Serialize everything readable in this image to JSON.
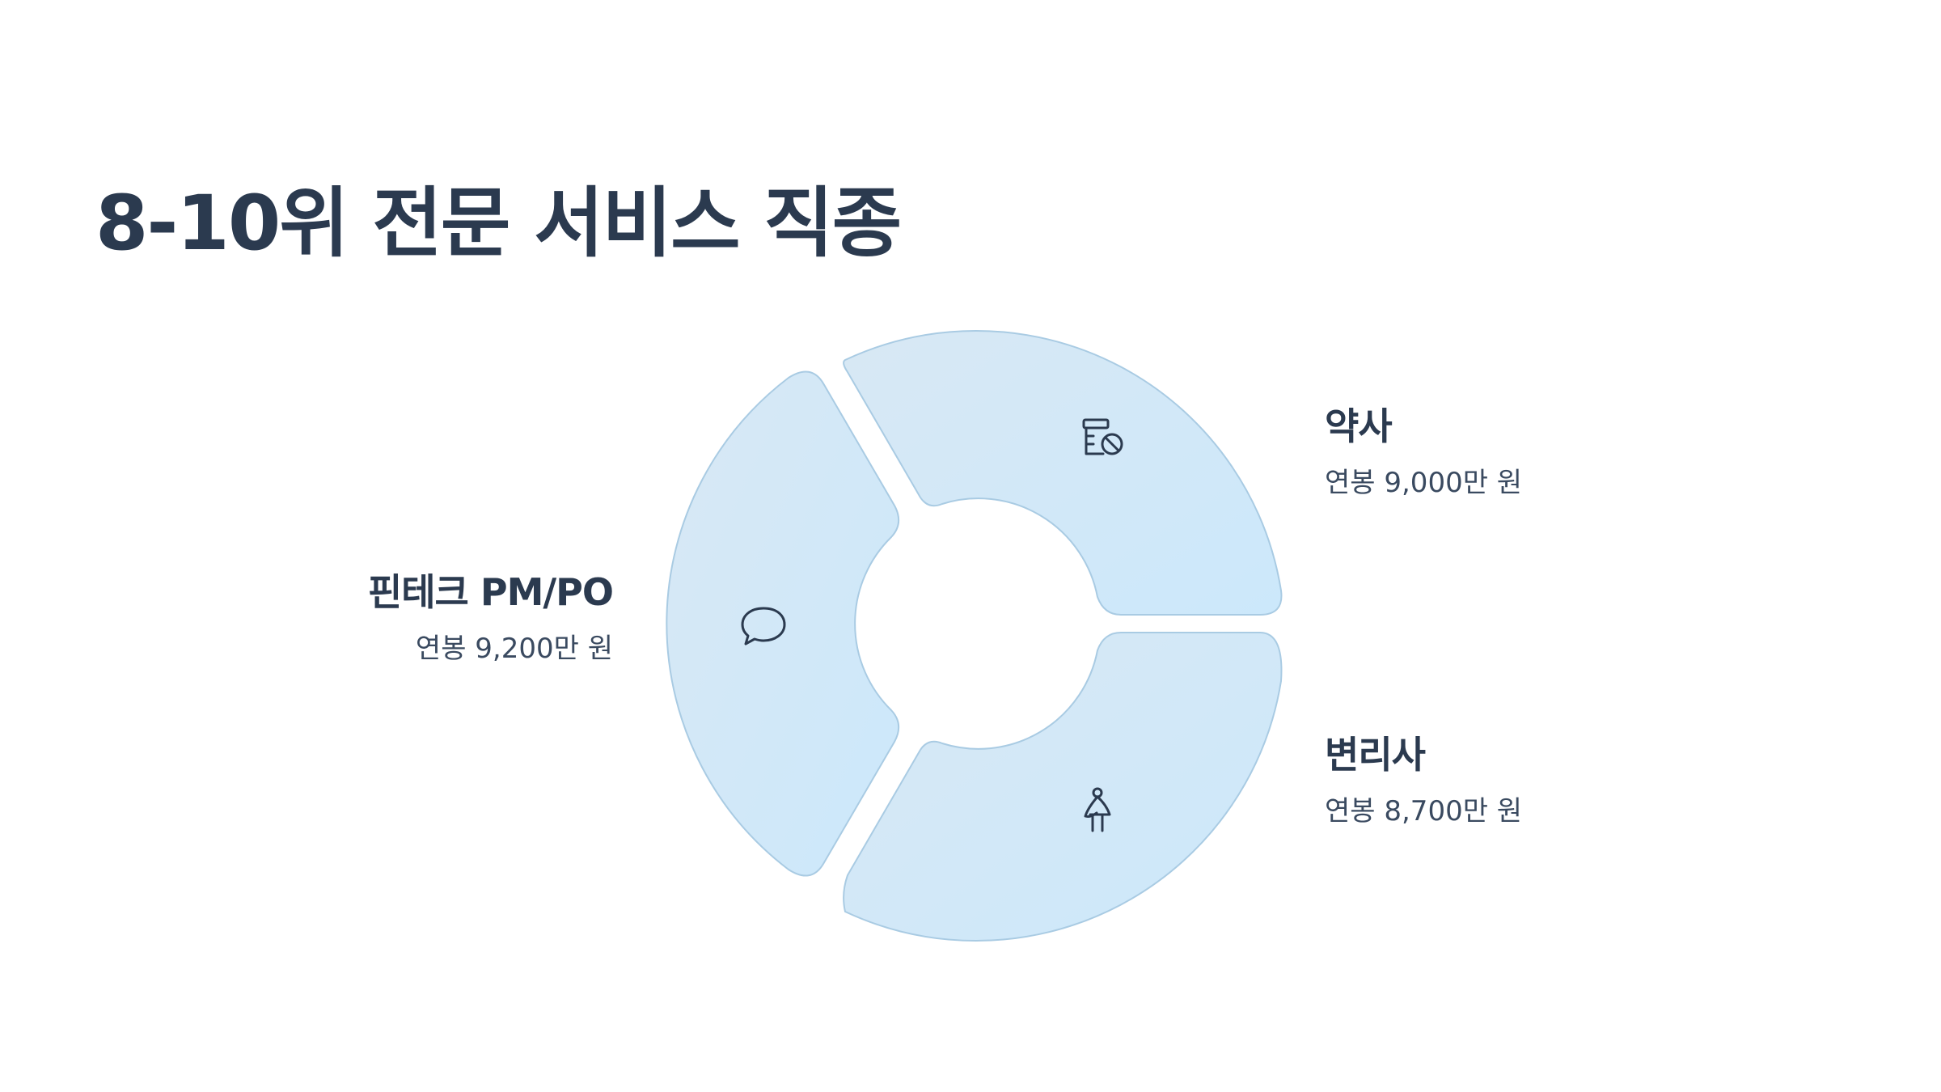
{
  "title": "8-10위 전문 서비스 직종",
  "colors": {
    "segment_fill_start": "#d8e8f4",
    "segment_fill_end": "#cce8fb",
    "segment_stroke": "#a9cbe3",
    "text": "#2b3a4f"
  },
  "items": [
    {
      "name": "약사",
      "salary": "연봉 9,000만 원",
      "icon": "medicine-bottle-icon"
    },
    {
      "name": "변리사",
      "salary": "연봉 8,700만 원",
      "icon": "person-icon"
    },
    {
      "name": "핀테크 PM/PO",
      "salary": "연봉 9,200만 원",
      "icon": "speech-bubble-icon"
    }
  ]
}
